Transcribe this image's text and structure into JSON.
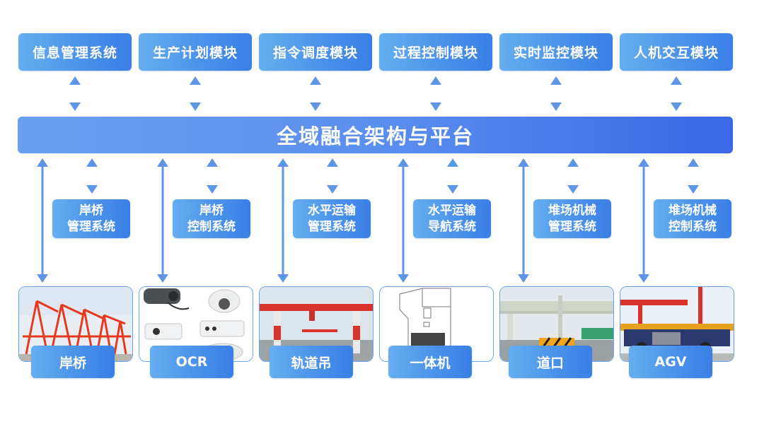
{
  "top_modules": [
    {
      "label": "信息管理系统"
    },
    {
      "label": "生产计划模块"
    },
    {
      "label": "指令调度模块"
    },
    {
      "label": "过程控制模块"
    },
    {
      "label": "实时监控模块"
    },
    {
      "label": "人机交互模块"
    }
  ],
  "platform": {
    "label": "全域融合架构与平台"
  },
  "subsystems": [
    {
      "line1": "岸桥",
      "line2": "管理系统"
    },
    {
      "line1": "岸桥",
      "line2": "控制系统"
    },
    {
      "line1": "水平运输",
      "line2": "管理系统"
    },
    {
      "line1": "水平运输",
      "line2": "导航系统"
    },
    {
      "line1": "堆场机械",
      "line2": "管理系统"
    },
    {
      "line1": "堆场机械",
      "line2": "控制系统"
    }
  ],
  "devices": [
    {
      "label": "岸桥",
      "image": "quay-crane-photo"
    },
    {
      "label": "OCR",
      "image": "ocr-cameras-photo"
    },
    {
      "label": "轨道吊",
      "image": "rail-gantry-crane-photo"
    },
    {
      "label": "一体机",
      "image": "kiosk-terminal-drawing"
    },
    {
      "label": "道口",
      "image": "gate-checkpoint-photo"
    },
    {
      "label": "AGV",
      "image": "agv-vehicle-photo"
    }
  ],
  "colors": {
    "box_blue": "#4b92ea",
    "platform_blue": "#5b8fee",
    "arrow_blue": "#5e95e6"
  }
}
